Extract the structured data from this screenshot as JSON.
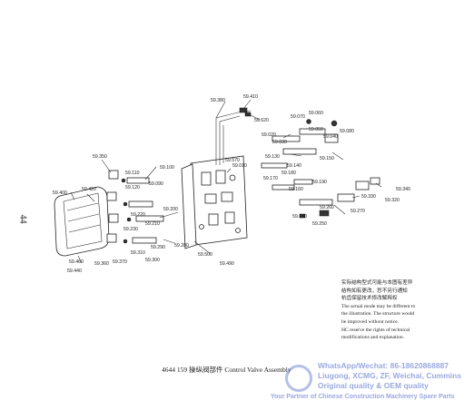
{
  "page_number": "44",
  "caption": "4644 159 操纵阀部件 Control Valve Assembly",
  "notes": {
    "chinese": [
      "实际结构型式可能与本图有差异",
      "结构如有更改，恕不另行通知",
      "杭齿保留技术修改解释权"
    ],
    "english": [
      "The actual mode may be different to",
      "the illustration.  The structure would",
      "be improved without notice.",
      "HC reserve the rights of technical",
      "modifications and explanation."
    ]
  },
  "watermark": {
    "lines": [
      "WhatsApp/Wechat: 86-18620868887",
      "Liugong, XCMG, ZF, Weichai, Cummins",
      "Original quality & OEM quality",
      "Your Partner of Chinese Construction Machinery Spare Parts"
    ]
  },
  "part_labels": [
    "59.380",
    "59.410",
    "59.620",
    "59.070",
    "59.060",
    "59.020",
    "59.050",
    "59.040",
    "59.080",
    "59.030",
    "59.010",
    "59.150",
    "59.350",
    "59.100",
    "59.110",
    "59.120",
    "59.090",
    "59.130",
    "59.140",
    "59.160",
    "59.170",
    "59.180",
    "59.190",
    "59.200",
    "59.220",
    "59.210",
    "59.230",
    "59.240",
    "59.250",
    "59.260",
    "59.270",
    "59.280",
    "59.290",
    "59.300",
    "59.310",
    "59.320",
    "59.330",
    "59.340",
    "59.360",
    "59.370",
    "59.400",
    "59.420",
    "59.440",
    "59.460",
    "59.490",
    "59.500",
    "59.570"
  ]
}
